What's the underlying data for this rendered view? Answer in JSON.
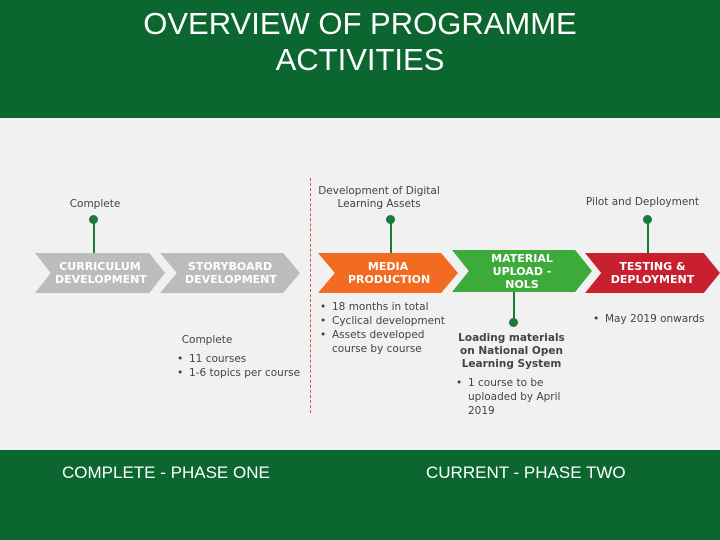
{
  "title": {
    "line1": "OVERVIEW OF PROGRAMME",
    "line2": "ACTIVITIES"
  },
  "top_labels": {
    "complete": "Complete",
    "development": "Development of Digital Learning Assets",
    "pilot": "Pilot and Deployment"
  },
  "stages": [
    {
      "label": "CURRICULUM DEVELOPMENT",
      "color": "#bcbcbc"
    },
    {
      "label": "STORYBOARD DEVELOPMENT",
      "color": "#bcbcbc"
    },
    {
      "label": "MEDIA PRODUCTION",
      "color": "#f26b21"
    },
    {
      "label": "MATERIAL UPLOAD - NOLS",
      "color": "#3cab3a"
    },
    {
      "label": "TESTING & DEPLOYMENT",
      "color": "#c8202f"
    }
  ],
  "storyboard": {
    "status": "Complete",
    "bullets": [
      "11 courses",
      "1-6 topics per course"
    ]
  },
  "media": {
    "bullets": [
      "18 months in total",
      "Cyclical development",
      "Assets developed course by course"
    ]
  },
  "material": {
    "label": "Loading materials on National Open Learning System",
    "bullets": [
      "1 course to be uploaded by April 2019"
    ]
  },
  "testing": {
    "bullets": [
      "May 2019 onwards"
    ]
  },
  "footer": {
    "left": "COMPLETE - PHASE ONE",
    "right": "CURRENT - PHASE TWO"
  },
  "colors": {
    "header_green": "#0b6630",
    "connector_green": "#1a7a3a"
  }
}
